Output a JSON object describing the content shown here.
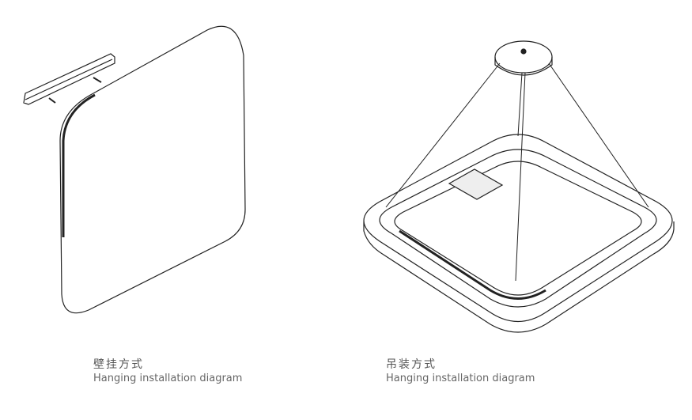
{
  "left": {
    "title_zh": "壁挂方式",
    "title_en": "Hanging installation diagram"
  },
  "right": {
    "title_zh": "吊装方式",
    "title_en": "Hanging installation diagram"
  },
  "colors": {
    "line": "#222222",
    "text": "#555555"
  }
}
